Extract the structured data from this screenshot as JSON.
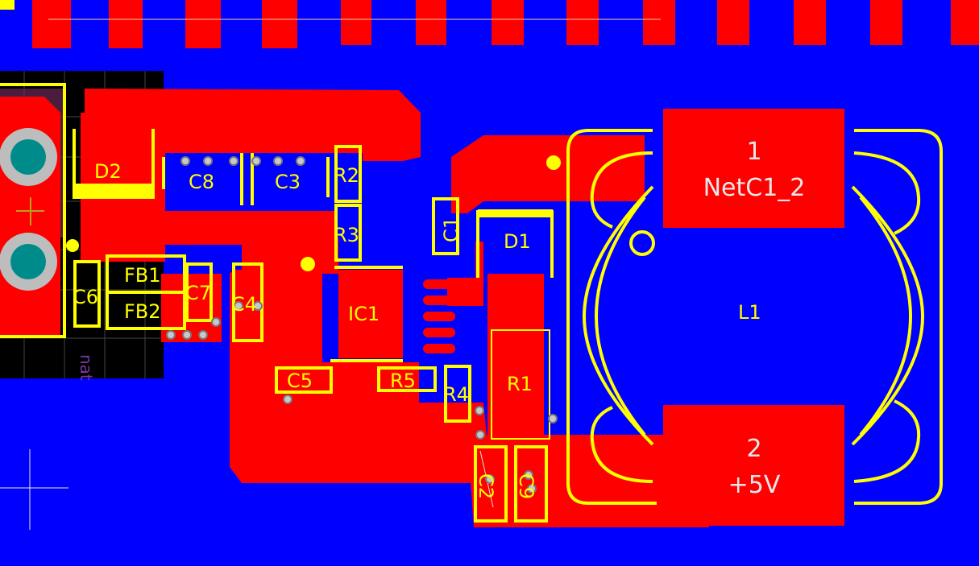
{
  "board": {
    "background": "#0000ff",
    "copper_color": "#ff0000",
    "silkscreen_color": "#ffff00",
    "pad_text_color": "#e8e8e8"
  },
  "designators": {
    "D2": "D2",
    "C8": "C8",
    "C3": "C3",
    "R2": "R2",
    "R3": "R3",
    "C1": "C1",
    "D1": "D1",
    "FB1": "FB1",
    "FB2": "FB2",
    "C6": "C6",
    "C7": "C7",
    "C4": "C4",
    "IC1": "IC1",
    "C5": "C5",
    "R5": "R5",
    "R4": "R4",
    "R1": "R1",
    "L1": "L1",
    "C2": "C2",
    "C9": "C9"
  },
  "l1_pads": {
    "pad1_number": "1",
    "pad1_net": "NetC1_2",
    "pad2_number": "2",
    "pad2_net": "+5V"
  },
  "misc": {
    "clipped_text": "nat",
    "plus_symbol": "+"
  }
}
